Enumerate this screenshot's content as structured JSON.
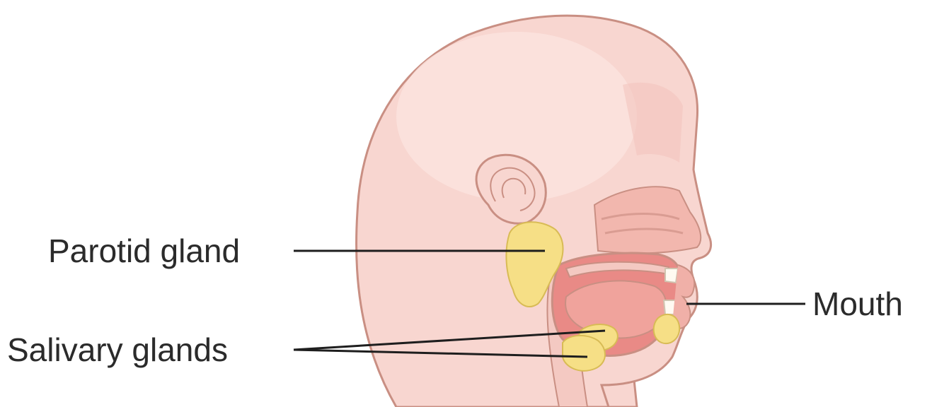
{
  "labels": {
    "parotid": "Parotid gland",
    "salivary": "Salivary glands",
    "mouth": "Mouth"
  },
  "colors": {
    "skin": "#f8d6d0",
    "skin_light": "#fbe4df",
    "skin_shade": "#f0bfb7",
    "outline": "#c98f83",
    "nasal": "#f2b7ae",
    "oral_cavity": "#e98a86",
    "tongue": "#f0a39c",
    "gland": "#f6df86",
    "gland_outline": "#d8bb55",
    "leader": "#1e1e1e",
    "text": "#2b2b2b"
  }
}
